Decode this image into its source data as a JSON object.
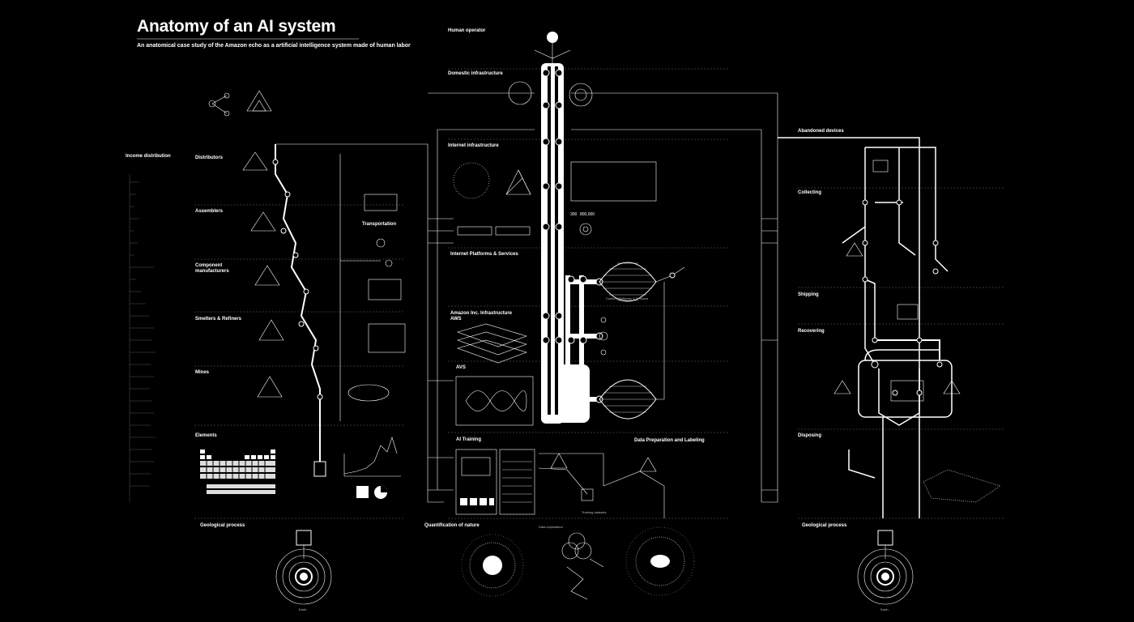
{
  "title": "Anatomy of an AI system",
  "subtitle": "An anatomical case study of the Amazon echo as a artificial intelligence system made of human labor",
  "left": {
    "income": "Income distribution",
    "distributors": "Distributors",
    "assemblers": "Assemblers",
    "component_1": "Component",
    "component_2": "manufacturers",
    "smelters": "Smelters & Refiners",
    "mines": "Mines",
    "elements": "Elements",
    "transportation": "Transportation",
    "geological": "Geological process",
    "earth": "Earth"
  },
  "center": {
    "human_operator": "Human operator",
    "domestic": "Domestic infrastructure",
    "internet": "Internet infrastructure",
    "platforms": "Internet Platforms & Services",
    "amazon_infra_1": "Amazon Inc. Infrastructure",
    "amazon_infra_2": "AWS",
    "avs": "AVS",
    "ai_training": "AI Training",
    "data_prep": "Data Preparation and Labeling",
    "quantification": "Quantification of nature",
    "data_exploitation": "Data exploitation",
    "content_platforms": "Content Platforms & Services",
    "training_datasets": "Training datasets",
    "readout_1": "300",
    "readout_2": "800,000"
  },
  "right": {
    "abandoned": "Abandoned devices",
    "collecting": "Collecting",
    "shipping": "Shipping",
    "recovering": "Recovering",
    "disposing": "Disposing",
    "geological": "Geological process",
    "earth": "Earth"
  }
}
